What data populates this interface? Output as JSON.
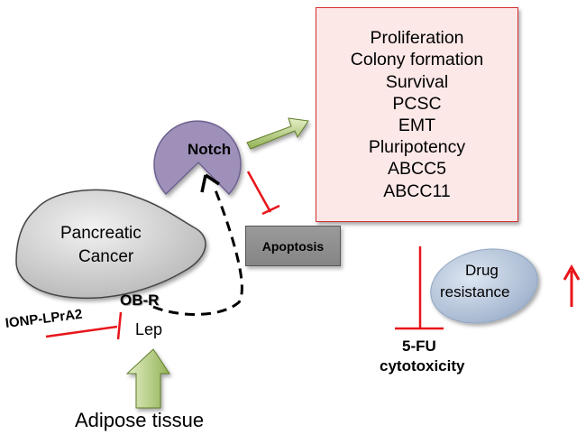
{
  "nodes": {
    "cancer": {
      "line1": "Pancreatic",
      "line2": "Cancer"
    },
    "receptor": "OB-R",
    "ligand": "Lep",
    "inhibitor": "IONP-LPrA2",
    "source": "Adipose tissue",
    "notch": "Notch",
    "apoptosis": "Apoptosis",
    "drug_resistance": {
      "line1": "Drug",
      "line2": "resistance"
    },
    "cytotoxicity": {
      "line1": "5-FU",
      "line2": "cytotoxicity"
    }
  },
  "outcomes": [
    "Proliferation",
    "Colony formation",
    "Survival",
    "PCSC",
    "EMT",
    "Pluripotency",
    "ABCC5",
    "ABCC11"
  ],
  "colors": {
    "inhibition": "#e8141a",
    "outcome_fill": "#fde8e8",
    "notch_fill": "#9e90b8",
    "cancer_fill": "#d4d4d4",
    "drug_fill": "#b9c8dc",
    "arrow_green": "#a9c46a"
  }
}
